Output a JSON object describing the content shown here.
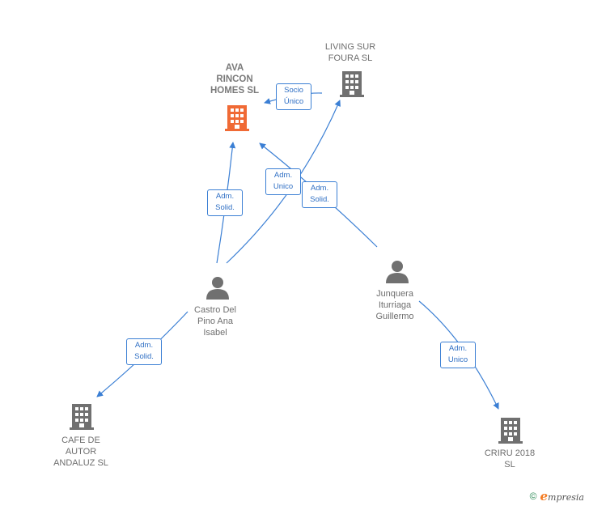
{
  "colors": {
    "edge": "#3b7fd4",
    "company": "#707070",
    "company_main": "#f06a35",
    "person": "#707070"
  },
  "nodes": {
    "ava": {
      "label": "AVA\nRINCON\nHOMES  SL",
      "icon": "building-icon"
    },
    "living": {
      "label": "LIVING SUR\nFOURA  SL",
      "icon": "building-icon"
    },
    "castro": {
      "label": "Castro Del\nPino Ana\nIsabel",
      "icon": "person-icon"
    },
    "junquera": {
      "label": "Junquera\nIturriaga\nGuillermo",
      "icon": "person-icon"
    },
    "cafe": {
      "label": "CAFE DE\nAUTOR\nANDALUZ SL",
      "icon": "building-icon"
    },
    "criru": {
      "label": "CRIRU 2018\nSL",
      "icon": "building-icon"
    }
  },
  "edges": {
    "living_ava": "Socio\nÚnico",
    "castro_ava": "Adm.\nSolid.",
    "castro_living": "Adm.\nUnico",
    "junquera_ava": "Adm.\nSolid.",
    "castro_cafe": "Adm.\nSolid.",
    "junquera_criru": "Adm.\nUnico"
  },
  "footer": {
    "copyright_symbol": "©",
    "brand_initial": "e",
    "brand_rest": "mpresia"
  }
}
